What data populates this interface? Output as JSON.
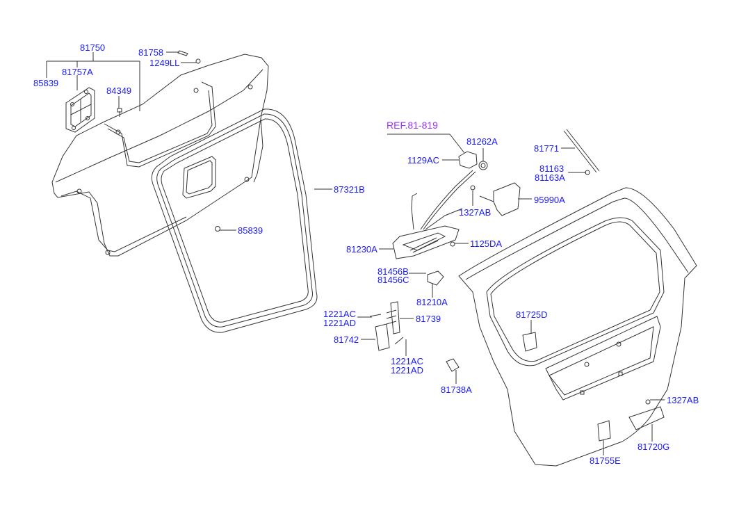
{
  "diagram": {
    "title": "Tail gate / back door parts",
    "colors": {
      "label": "#1a1aff",
      "reference": "#9933ff",
      "line": "#333333",
      "background": "#ffffff"
    },
    "reference": {
      "text": "REF.81-819"
    },
    "labels": {
      "l81750": "81750",
      "l85839a": "85839",
      "l81757a": "81757A",
      "l81758": "81758",
      "l1249ll": "1249LL",
      "l84349": "84349",
      "l87321b": "87321B",
      "l85839b": "85839",
      "l81262a": "81262A",
      "l1129ac": "1129AC",
      "l81771": "81771",
      "l81163": "81163",
      "l81163a": "81163A",
      "l1327ab_top": "1327AB",
      "l95990a": "95990A",
      "l81230a": "81230A",
      "l1125da": "1125DA",
      "l81456b": "81456B",
      "l81456c": "81456C",
      "l81210a": "81210A",
      "l1221ac_a": "1221AC",
      "l1221ad_a": "1221AD",
      "l81739": "81739",
      "l81742": "81742",
      "l1221ac_b": "1221AC",
      "l1221ad_b": "1221AD",
      "l81738a": "81738A",
      "l81725d": "81725D",
      "l1327ab_bot": "1327AB",
      "l81720g": "81720G",
      "l81755e": "81755E"
    }
  }
}
